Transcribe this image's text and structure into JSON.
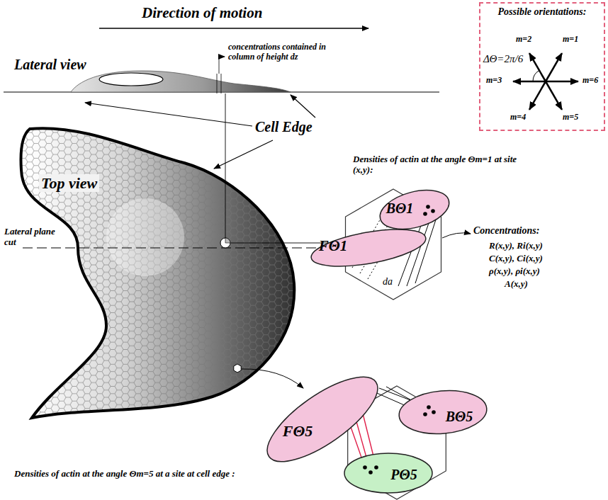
{
  "diagram": {
    "nodes": [
      {
        "text": [
          "Possible orientations:",
          "ΔΘ=2π/6",
          "m=1",
          "m=2",
          "m=3",
          "m=4",
          "m=5",
          "m=6"
        ]
      },
      {
        "text": [
          "FΘ1"
        ]
      },
      {
        "text": [
          "BΘ1"
        ]
      },
      {
        "text": [
          "FΘ5"
        ]
      },
      {
        "text": [
          "BΘ5"
        ]
      },
      {
        "text": [
          "PΘ5"
        ]
      }
    ],
    "labels": [
      "Direction of motion",
      "Lateral view",
      "concentrations contained in column of height dz",
      "Cell Edge",
      "Top view",
      "Lateral plane cut",
      "Densities of actin at the angle Θm=1 at site (x,y):",
      "da",
      "Concentrations:",
      "R(x,y), Ri(x,y)",
      "C(x,y), Ci(x,y)",
      "ρ(x,y), ρi(x,y)",
      "A(x,y)",
      "Densities of actin at the angle Θm=5 at a site at cell edge :"
    ]
  }
}
